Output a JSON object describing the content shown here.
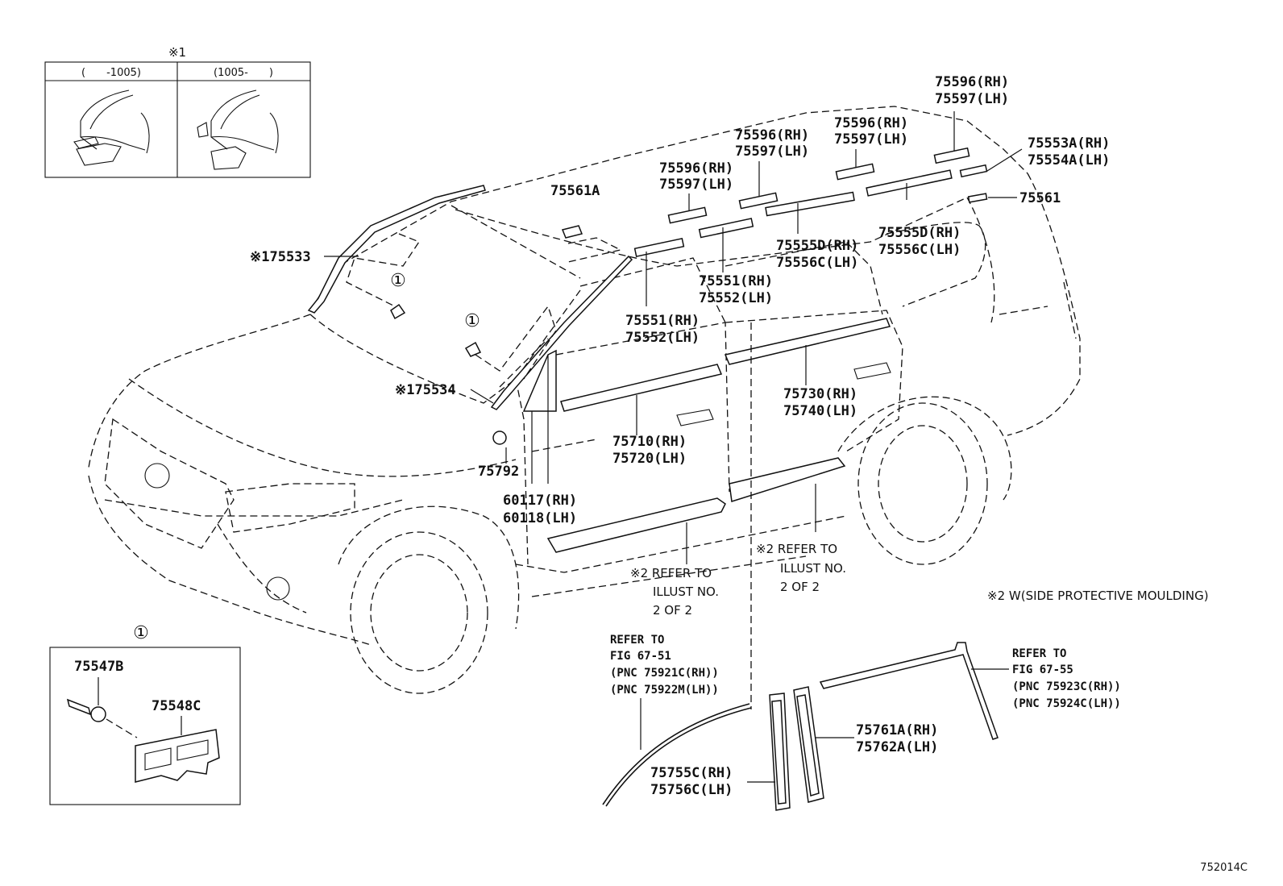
{
  "inset_top": {
    "title": "※1",
    "col_left": "(　　-1005)",
    "col_right": "(1005-　　)"
  },
  "inset_bottom": {
    "marker": "①",
    "parts": [
      "75547B",
      "75548C"
    ]
  },
  "callouts": {
    "marker_a": "①",
    "marker_b": "①",
    "p75533": "※175533",
    "p75534": "※175534",
    "p75561A": "75561A",
    "p75561": "75561",
    "p75792": "75792",
    "p60117": "60117(RH)",
    "p60118": "60118(LH)",
    "p75596_a": "75596(RH)",
    "p75597_a": "75597(LH)",
    "p75596_b": "75596(RH)",
    "p75597_b": "75597(LH)",
    "p75596_c": "75596(RH)",
    "p75597_c": "75597(LH)",
    "p75596_d": "75596(RH)",
    "p75597_d": "75597(LH)",
    "p75553A": "75553A(RH)",
    "p75554A": "75554A(LH)",
    "p75555D_a": "75555D(RH)",
    "p75556C_a": "75556C(LH)",
    "p75555D_b": "75555D(RH)",
    "p75556C_b": "75556C(LH)",
    "p75551_a": "75551(RH)",
    "p75552_a": "75552(LH)",
    "p75551_b": "75551(RH)",
    "p75552_b": "75552(LH)",
    "p75710": "75710(RH)",
    "p75720": "75720(LH)",
    "p75730": "75730(RH)",
    "p75740": "75740(LH)",
    "p75761A": "75761A(RH)",
    "p75762A": "75762A(LH)",
    "p75755C": "75755C(RH)",
    "p75756C": "75756C(LH)"
  },
  "refer_notes": {
    "note_a_1": "※2 REFER TO",
    "note_a_2": "ILLUST NO.",
    "note_a_3": "2 OF 2",
    "note_b_1": "※2 REFER TO",
    "note_b_2": "ILLUST NO.",
    "note_b_3": "2 OF 2",
    "footnote": "※2 W(SIDE PROTECTIVE MOULDING)"
  },
  "refer_fig_left": {
    "l1": "REFER TO",
    "l2": "FIG 67-51",
    "l3": "(PNC 75921C(RH))",
    "l4": "(PNC 75922M(LH))"
  },
  "refer_fig_right": {
    "l1": "REFER TO",
    "l2": "FIG 67-55",
    "l3": "(PNC 75923C(RH))",
    "l4": "(PNC 75924C(LH))"
  },
  "illustration_id": "752014C"
}
